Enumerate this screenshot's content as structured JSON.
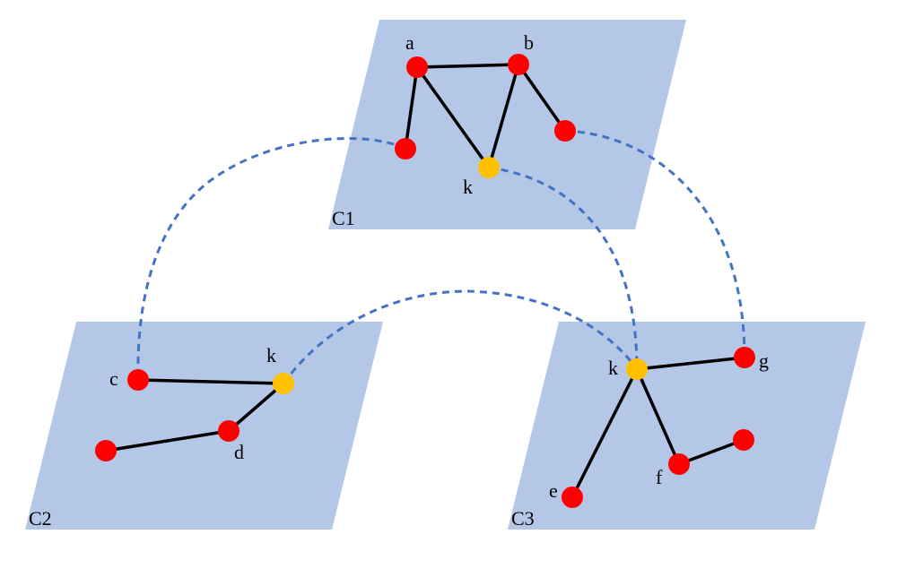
{
  "colors": {
    "plane_fill": "#B4C7E7",
    "node_normal": "#FF0000",
    "node_shared": "#FFC000",
    "edge": "#000000",
    "link": "#4472C4"
  },
  "planes": {
    "c1": {
      "label": "C1"
    },
    "c2": {
      "label": "C2"
    },
    "c3": {
      "label": "C3"
    }
  },
  "nodes": {
    "c1_a": {
      "label": "a",
      "role": "normal"
    },
    "c1_b": {
      "label": "b",
      "role": "normal"
    },
    "c1_u1": {
      "label": "",
      "role": "normal"
    },
    "c1_u2": {
      "label": "",
      "role": "normal"
    },
    "c1_k": {
      "label": "k",
      "role": "shared"
    },
    "c2_c": {
      "label": "c",
      "role": "normal"
    },
    "c2_k": {
      "label": "k",
      "role": "shared"
    },
    "c2_d": {
      "label": "d",
      "role": "normal"
    },
    "c2_u": {
      "label": "",
      "role": "normal"
    },
    "c3_k": {
      "label": "k",
      "role": "shared"
    },
    "c3_g": {
      "label": "g",
      "role": "normal"
    },
    "c3_e": {
      "label": "e",
      "role": "normal"
    },
    "c3_f": {
      "label": "f",
      "role": "normal"
    },
    "c3_u": {
      "label": "",
      "role": "normal"
    }
  },
  "edges": [
    [
      "c1_a",
      "c1_b"
    ],
    [
      "c1_a",
      "c1_u1"
    ],
    [
      "c1_a",
      "c1_k"
    ],
    [
      "c1_b",
      "c1_k"
    ],
    [
      "c1_b",
      "c1_u2"
    ],
    [
      "c2_c",
      "c2_k"
    ],
    [
      "c2_k",
      "c2_d"
    ],
    [
      "c2_d",
      "c2_u"
    ],
    [
      "c3_k",
      "c3_g"
    ],
    [
      "c3_k",
      "c3_e"
    ],
    [
      "c3_k",
      "c3_f"
    ],
    [
      "c3_f",
      "c3_u"
    ]
  ],
  "links": [
    [
      "c1_u1",
      "c2_c"
    ],
    [
      "c1_k",
      "c3_k"
    ],
    [
      "c1_u2",
      "c3_g"
    ],
    [
      "c2_k",
      "c3_k"
    ]
  ]
}
